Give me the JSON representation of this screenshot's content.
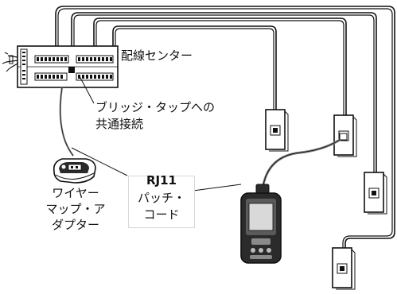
{
  "labels": {
    "wiring_center": "配線センター",
    "bridge_tap_line1": "ブリッジ・タップへの",
    "bridge_tap_line2": "共通接続",
    "wiremap_line1": "ワイヤー",
    "wiremap_line2": "マップ・ア",
    "wiremap_line3": "ダプター",
    "rj11": "RJ11",
    "patch_line1": "パッチ・",
    "patch_line2": "コード"
  },
  "colors": {
    "line": "#111111",
    "cable_shadow": "#8a8a8a",
    "device_body": "#2b2b2b",
    "device_screen": "#d9d9d9",
    "wallplate": "#ffffff"
  },
  "icons": {
    "wiring_panel": "wiring-center-panel-icon",
    "tester": "handheld-tester-icon",
    "adapter": "wiremap-adapter-icon",
    "wall_jack": "wall-jack-icon"
  }
}
